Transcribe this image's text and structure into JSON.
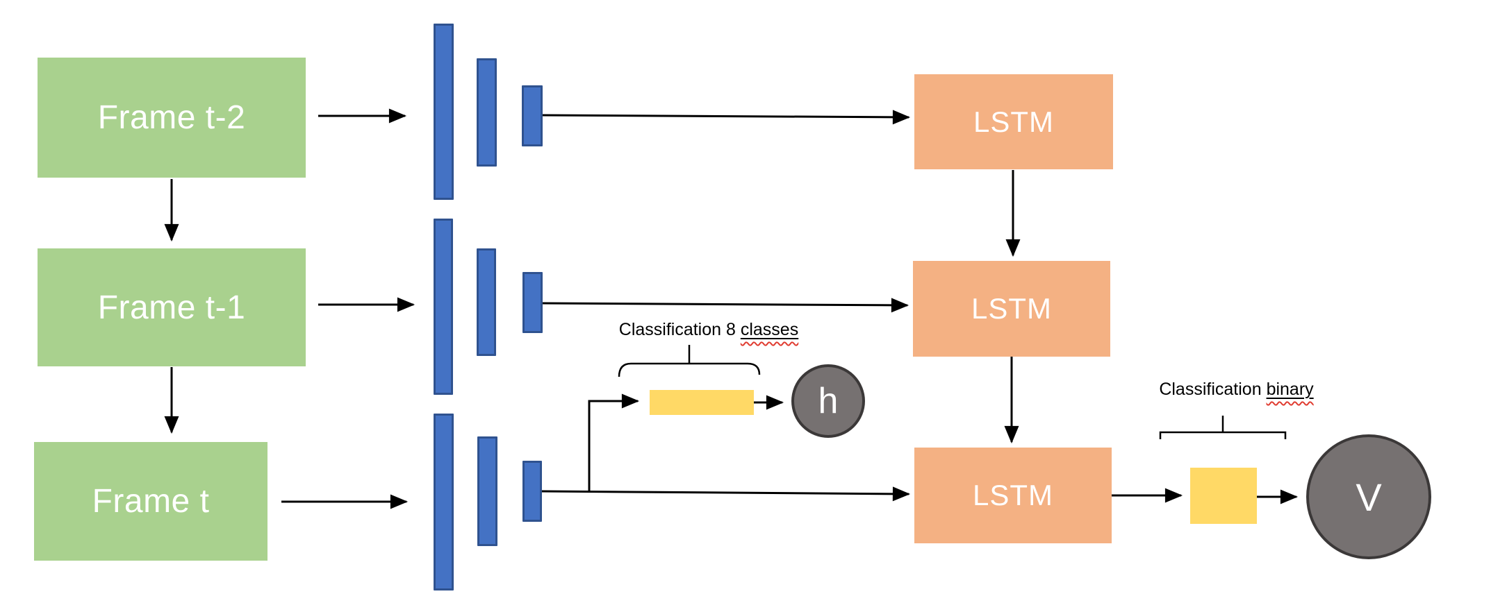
{
  "diagram": {
    "frames": [
      {
        "label": "Frame t-2"
      },
      {
        "label": "Frame t-1"
      },
      {
        "label": "Frame t"
      }
    ],
    "recurrent_units": [
      {
        "label": "LSTM"
      },
      {
        "label": "LSTM"
      },
      {
        "label": "LSTM"
      }
    ],
    "classifier_multiclass": {
      "label_text": "Classification 8 ",
      "label_flagged_word": "classes",
      "output_node_label": "h"
    },
    "classifier_binary": {
      "label_text": "Classification ",
      "label_flagged_word": "binary",
      "output_node_label": "V"
    }
  },
  "colors": {
    "background": "#FFFFFF",
    "frame_fill": "#A9D18E",
    "frame_text": "#FFFFFF",
    "cnn_bar_fill": "#4472C4",
    "cnn_bar_border": "#2F528F",
    "lstm_fill": "#F4B183",
    "lstm_text": "#FFFFFF",
    "fc_fill": "#FFD966",
    "node_fill": "#767171",
    "node_border": "#3B3838",
    "node_text": "#FFFFFF",
    "arrow": "#000000",
    "label_text": "#000000",
    "spellcheck_squiggle": "#E03C31"
  }
}
